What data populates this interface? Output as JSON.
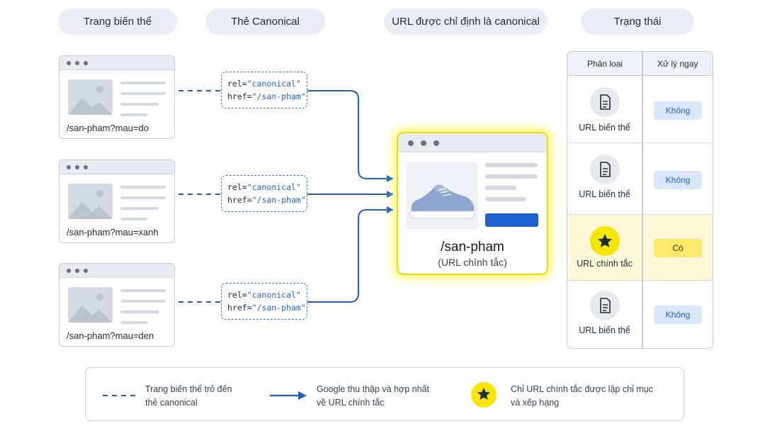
{
  "headers": [
    "Trang biến thể",
    "Thẻ Canonical",
    "URL được chỉ định là canonical",
    "Trạng thái"
  ],
  "variants": [
    {
      "path": "/san-pham?mau=do"
    },
    {
      "path": "/san-pham?mau=xanh"
    },
    {
      "path": "/san-pham?mau=den"
    }
  ],
  "tag": {
    "rel_key": "rel=",
    "rel_val": "\"canonical\"",
    "href_key": "href=",
    "href_val": "\"/san-pham\""
  },
  "canonical": {
    "path": "/san-pham",
    "subtitle": "(URL chính tắc)"
  },
  "table": {
    "col1": "Phân loại",
    "col2": "Xử lý ngay",
    "rows": [
      {
        "label": "URL biến thể",
        "status": "Không",
        "icon": "document-icon"
      },
      {
        "label": "URL biến thể",
        "status": "Không",
        "icon": "document-icon"
      },
      {
        "label": "URL chính tắc",
        "status": "Có",
        "icon": "star-icon"
      },
      {
        "label": "URL biến thể",
        "status": "Không",
        "icon": "document-icon"
      }
    ]
  },
  "legend": {
    "dashed_line1": "Trang biến thể trỏ đến",
    "dashed_line2": "thẻ canonical",
    "arrow_line1": "Google thu thập và hợp nhất",
    "arrow_line2": "về URL chính tắc",
    "star_line1": "Chỉ URL chính tắc được lập chỉ mục",
    "star_line2": "và xếp hạng"
  },
  "colors": {
    "accent_blue": "#1d5fd0",
    "highlight_yellow": "#f7e600",
    "badge_blue_bg": "#dbe7fb"
  }
}
